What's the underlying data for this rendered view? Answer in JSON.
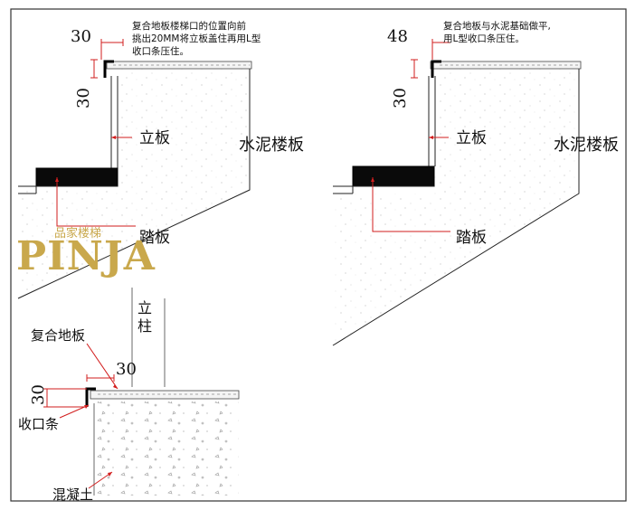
{
  "brand": {
    "logo_word": "PINJA",
    "logo_tagline": "品家楼梯",
    "logo_color": "#c9a84c"
  },
  "colors": {
    "dimension": "#d21e1e",
    "line": "#222222"
  },
  "panel_left": {
    "dim_top": "30",
    "dim_side": "30",
    "note_lines": [
      "复合地板楼梯口的位置向前",
      "挑出20MM将立板盖住再用L型",
      "收口条压住。"
    ],
    "label_riser": "立板",
    "label_concrete_stair": "水泥楼板",
    "label_tread": "踏板"
  },
  "panel_right": {
    "dim_top": "48",
    "dim_side": "30",
    "note_lines": [
      "复合地板与水泥基础做平,",
      "用L型收口条压住。"
    ],
    "label_riser": "立板",
    "label_concrete_stair": "水泥楼板",
    "label_tread": "踏板"
  },
  "panel_bottom": {
    "label_post": [
      "立",
      "柱"
    ],
    "label_floor": "复合地板",
    "dim_top": "30",
    "dim_side": "30",
    "label_trim": "收口条",
    "label_concrete": "混凝土"
  }
}
